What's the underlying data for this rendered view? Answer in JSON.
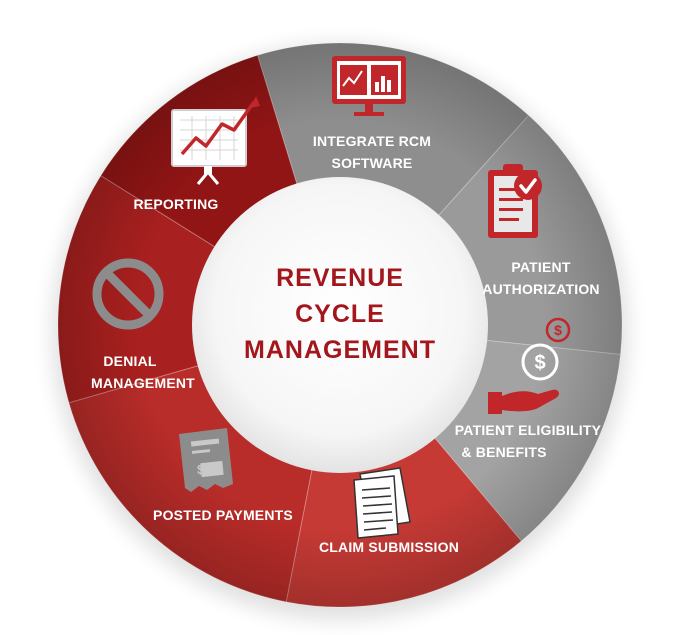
{
  "center": {
    "line1": "REVENUE",
    "line2": "CYCLE",
    "line3": "MANAGEMENT"
  },
  "segments": [
    {
      "id": "integrate-rcm-software",
      "line1": "INTEGRATE RCM",
      "line2": "SOFTWARE",
      "icon": "monitor-dashboard-icon",
      "color": "#8e8e8e"
    },
    {
      "id": "patient-authorization",
      "line1": "PATIENT",
      "line2": "AUTHORIZATION",
      "icon": "clipboard-check-icon",
      "color": "#9a9a9a"
    },
    {
      "id": "patient-eligibility-benefits",
      "line1": "PATIENT ELIGIBILITY",
      "line2": "& BENEFITS",
      "icon": "hand-dollar-icon",
      "color": "#a3a3a3"
    },
    {
      "id": "claim-submission",
      "line1": "CLAIM SUBMISSION",
      "line2": "",
      "icon": "documents-icon",
      "color": "#c63a35"
    },
    {
      "id": "posted-payments",
      "line1": "POSTED PAYMENTS",
      "line2": "",
      "icon": "payment-receipt-icon",
      "color": "#b82c29"
    },
    {
      "id": "denial-management",
      "line1": "DENIAL",
      "line2": "MANAGEMENT",
      "icon": "prohibited-icon",
      "color": "#a8201f"
    },
    {
      "id": "reporting",
      "line1": "REPORTING",
      "line2": "",
      "icon": "growth-chart-icon",
      "color": "#921515"
    }
  ],
  "colors": {
    "brand_red": "#a3161b",
    "icon_red": "#c0262a",
    "icon_gray": "#8c8c8c",
    "white": "#ffffff"
  }
}
